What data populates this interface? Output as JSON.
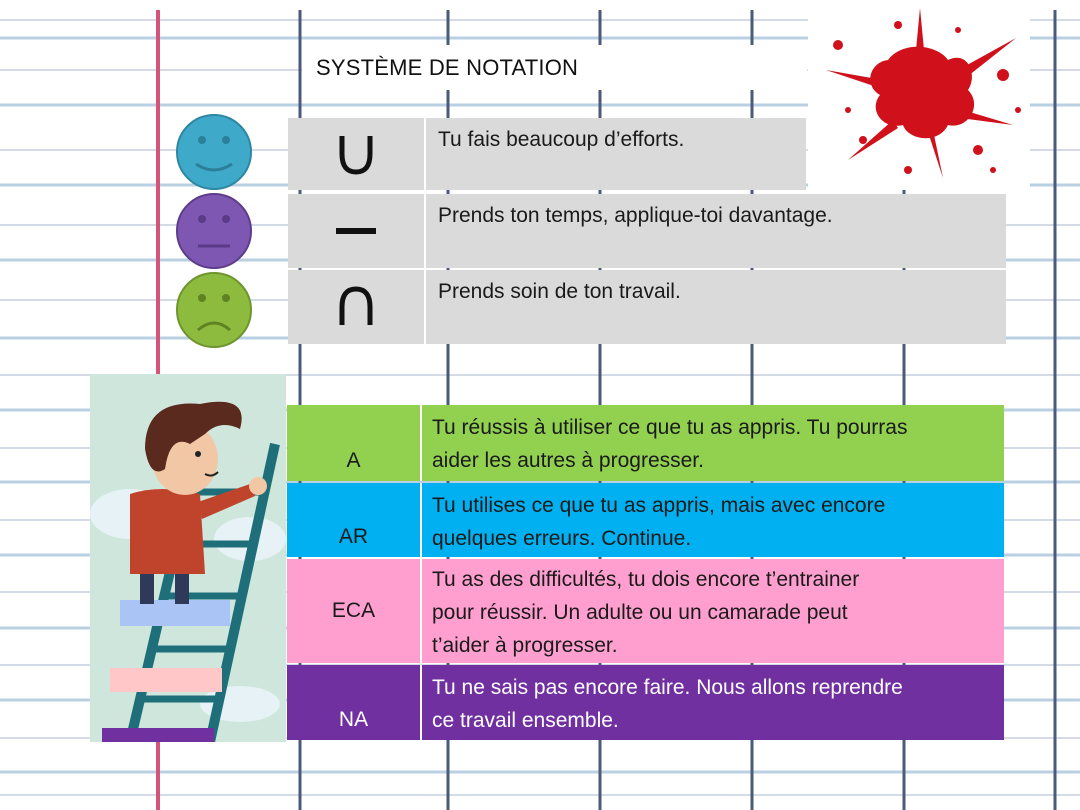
{
  "title": "SYSTÈME DE NOTATION",
  "effort_rows": [
    {
      "symbol": "smile-arc",
      "text": "Tu fais beaucoup d’efforts."
    },
    {
      "symbol": "flat-line",
      "text": "Prends ton temps, applique-toi davantage."
    },
    {
      "symbol": "frown-arc",
      "text": "Prends soin de ton travail."
    }
  ],
  "faces": [
    {
      "mood": "happy",
      "color": "#3fa9c9"
    },
    {
      "mood": "neutral",
      "color": "#7e57b2"
    },
    {
      "mood": "sad",
      "color": "#8dbb3e"
    }
  ],
  "grades": [
    {
      "code": "A",
      "line1": "Tu réussis à utiliser ce que tu as appris. Tu pourras",
      "line2": "aider les autres à progresser.",
      "line3": "",
      "color": "#92d050",
      "text_color": "#1a1a1a"
    },
    {
      "code": "AR",
      "line1": "Tu utilises ce que tu as appris, mais avec encore",
      "line2": "quelques erreurs. Continue.",
      "line3": "",
      "color": "#00b0f0",
      "text_color": "#1a1a1a"
    },
    {
      "code": "ECA",
      "line1": "Tu as des difficultés, tu dois encore t’entrainer",
      "line2": "pour réussir. Un adulte ou un camarade peut",
      "line3": "t’aider à progresser.",
      "color": "#ff9fd0",
      "text_color": "#1a1a1a"
    },
    {
      "code": "NA",
      "line1": "Tu ne sais pas encore faire. Nous allons reprendre",
      "line2": "ce travail ensemble.",
      "line3": "",
      "color": "#7030a0",
      "text_color": "#ffffff"
    }
  ],
  "ladder_steps": [
    {
      "color": "#a9c4f5"
    },
    {
      "color": "#ffc7c7"
    },
    {
      "color": "#7030a0"
    }
  ],
  "splat_color": "#d0101a",
  "background_icon": "notebook-paper-grid",
  "illustration_icon": "boy-climbing-ladder-icon",
  "decoration_icon": "paint-splat-icon"
}
